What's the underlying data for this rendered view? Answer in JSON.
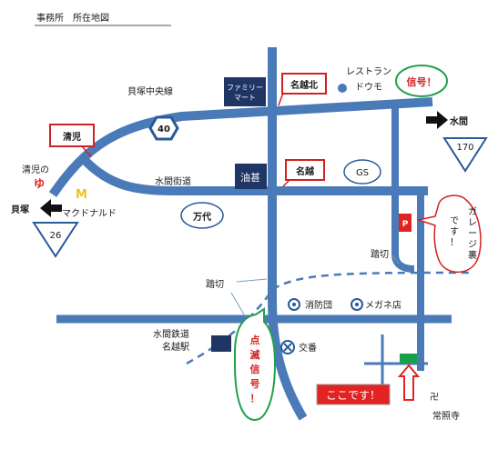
{
  "page_title": "事務所　所在地図",
  "labels": {
    "kaizuka_chuo": "貝塚中央線",
    "mizuma_kaido": "水間街道",
    "family_mart": [
      "ファミリー",
      "マート"
    ],
    "nagoshi_kita": "名越北",
    "restaurant": [
      "レストラン",
      "ドウモ"
    ],
    "shingou": "信号！",
    "mizuma_arrow": "水間",
    "route_170": "170",
    "kiyoko_box": "清児",
    "kiyoko_no": "清児の",
    "yu": "ゆ",
    "kaizuka_arrow": "貝塚",
    "mcdonalds_logo": "M",
    "mcdonalds": "マクドナルド",
    "route_40": "40",
    "route_26": "26",
    "aburaji": "油甚",
    "nagoshi": "名越",
    "gs": "GS",
    "mandai": "万代",
    "parking": "P",
    "garage_note": [
      "ガ",
      "レ",
      "ー",
      "ジ",
      "裏",
      "で",
      "す",
      "！"
    ],
    "fumikiri_right": "踏切",
    "fumikiri_left": "踏切",
    "fire_station": "消防団",
    "glasses_shop": "メガネ店",
    "station": [
      "水間鉄道",
      "名越駅"
    ],
    "blink_note": [
      "点",
      "滅",
      "信",
      "号",
      "！"
    ],
    "police_box": "交番",
    "here": "ここです！",
    "temple_symbol": "卍",
    "temple": "常照寺"
  },
  "colors": {
    "road": "#4a7ab8",
    "railway": "#4a7ab8",
    "label_box_border": "#d42020",
    "label_box_text": "#000000",
    "dark_box": "#1f3564",
    "signal_bubble_border": "#22a04a",
    "signal_bubble_text": "#d42020",
    "garage_bubble_border": "#d42020",
    "here_fill": "#e32222",
    "parking_fill": "#e32222",
    "destination_fill": "#1aa04a",
    "mcdonalds": "#f2c21a",
    "yu_text": "#e02020",
    "route_shield_stroke": "#2a5a9a"
  },
  "icons": {
    "arrow_right": "black-arrow-right-icon",
    "arrow_left": "black-arrow-left-icon",
    "arrow_up": "red-arrow-up-icon",
    "police": "circle-x-icon",
    "fire": "circle-dot-icon",
    "shop": "circle-dot-icon",
    "restaurant": "dot-icon",
    "temple": "manji-icon"
  }
}
